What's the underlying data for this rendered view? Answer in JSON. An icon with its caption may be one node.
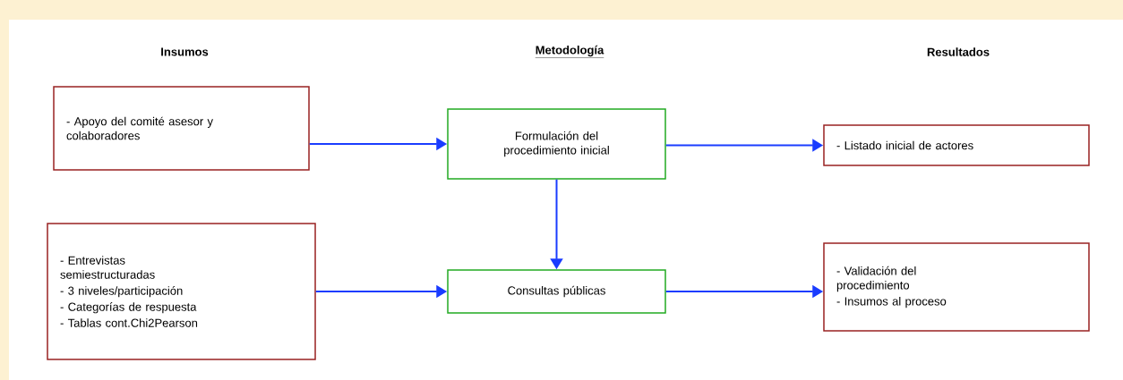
{
  "diagram": {
    "nodes": [
      {
        "text": [
          "- Apoyo del comité asesor y colaboradores"
        ]
      },
      {
        "text": [
          "Formulación del procedimiento inicial"
        ]
      },
      {
        "text": [
          "- Listado inicial de actores"
        ]
      },
      {
        "text": [
          "- Entrevistas semiestructuradas",
          "- 3 niveles/participación",
          "- Categorías de respuesta",
          "- Tablas cont.Chi2Pearson"
        ]
      },
      {
        "text": [
          "Consultas públicas"
        ]
      },
      {
        "text": [
          "- Validación del procedimiento",
          "- Insumos al proceso"
        ]
      }
    ],
    "edges": [
      {
        "from": 0,
        "to": 1,
        "arrow": "to"
      },
      {
        "from": 1,
        "to": 2,
        "arrow": "to"
      },
      {
        "from": 1,
        "to": 4,
        "arrow": "to"
      },
      {
        "from": 3,
        "to": 4,
        "arrow": "to"
      },
      {
        "from": 4,
        "to": 5,
        "arrow": "to"
      }
    ],
    "labels": [
      "Insumos",
      "Metodología",
      "Resultados"
    ]
  }
}
